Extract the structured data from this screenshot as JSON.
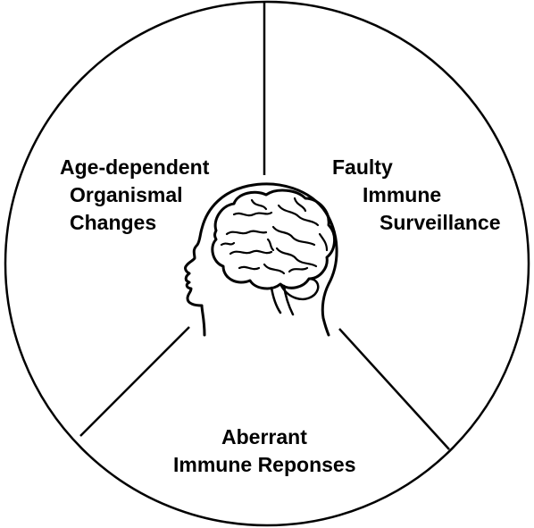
{
  "segments": {
    "top_left": {
      "lines": [
        "Age-dependent",
        "Organismal",
        "Changes"
      ]
    },
    "top_right": {
      "lines": [
        "Faulty",
        "Immune",
        "Surveillance"
      ]
    },
    "bottom": {
      "lines": [
        "Aberrant",
        "Immune Reponses"
      ]
    }
  },
  "center_icon": "human-head-brain-icon",
  "colors": {
    "stroke": "#000000",
    "background": "#ffffff",
    "text": "#000000"
  }
}
